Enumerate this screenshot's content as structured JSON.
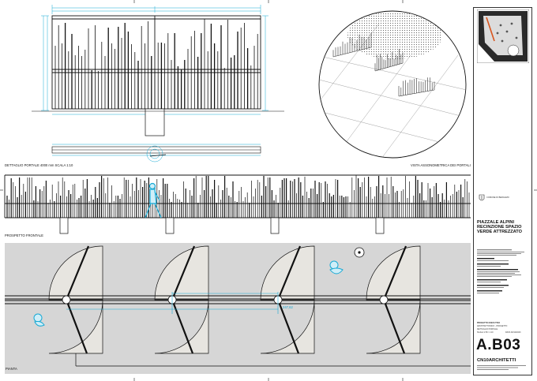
{
  "drawing": {
    "label_portal_detail": "DETTAGLIO PORTALE 4000 mm SCALA 1:10",
    "label_axonometric": "VISTA ASSONOMETRICA DEI PORTALI",
    "label_front_elevation": "PROSPETTO FRONTALE",
    "label_plan": "PIANTA",
    "dim_plan": "247,62"
  },
  "title_block": {
    "municipality": "COMUNE DI BERGAMO",
    "project_title": "PIAZZALE ALPINI RECINZIONE SPAZIO VERDE ATTREZZATO",
    "phase": "PROGETTO ESECUTIVO",
    "discipline": "ARCHITETTONICO - PROGETTO",
    "sheet_subject": "DETTAGLIO PORTALE",
    "scale": "SCALA 1:50 / 1:10",
    "date": "DATA 03/12/2023",
    "sheet_code": "A.B03",
    "firm": "CN10ARCHITETTI"
  },
  "colors": {
    "accent_cyan": "#17a9d4",
    "accent_orange": "#d9541c",
    "plan_grey": "#d6d6d6",
    "ink": "#1a1a1a"
  }
}
